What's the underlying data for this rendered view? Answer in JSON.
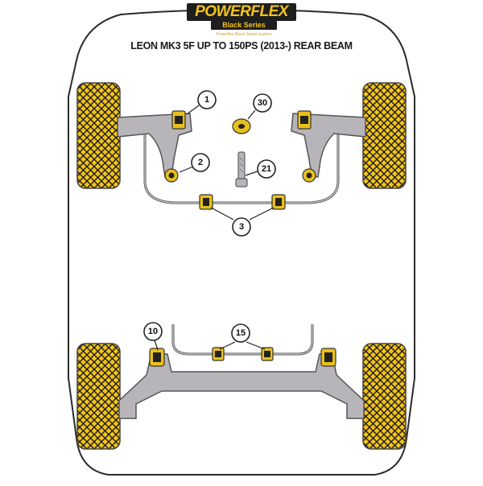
{
  "brand": {
    "name": "POWERFLEX",
    "series": "Black Series",
    "tagline": "Powerflex Black Series bushes"
  },
  "title": "LEON MK3 5F UP TO 150PS (2013-) REAR BEAM",
  "callouts": [
    {
      "label": "1"
    },
    {
      "label": "30"
    },
    {
      "label": "2"
    },
    {
      "label": "21"
    },
    {
      "label": "3"
    },
    {
      "label": "10"
    },
    {
      "label": "15"
    }
  ],
  "colors": {
    "outline": "#2b2b2b",
    "body_fill": "#ffffff",
    "tyre_yellow": "#f2c318",
    "tyre_dark": "#1a1a1a",
    "arm_grey": "#b7b5b9",
    "bush_yellow": "#e9c01a",
    "callout_stroke": "#222222"
  }
}
